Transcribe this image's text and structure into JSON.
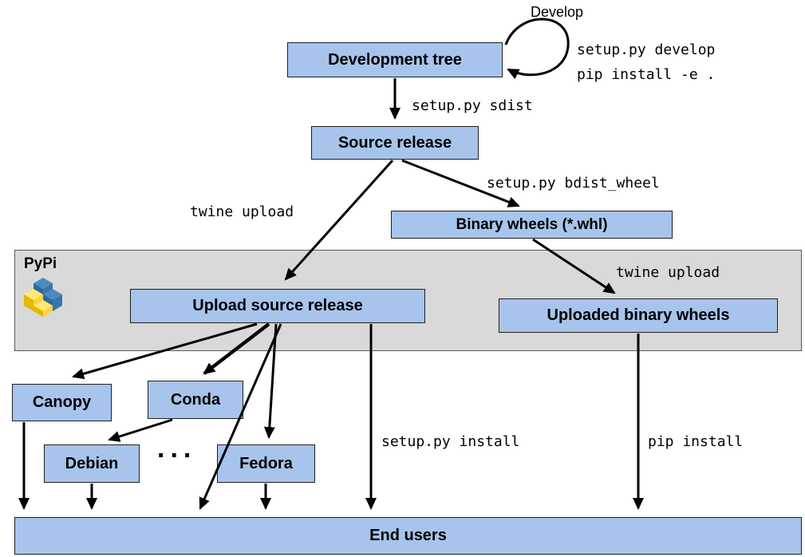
{
  "diagram": {
    "nodes": {
      "development_tree": "Development tree",
      "source_release": "Source release",
      "binary_wheels": "Binary wheels (*.whl)",
      "upload_source_release": "Upload source release",
      "uploaded_binary_wheels": "Uploaded binary wheels",
      "canopy": "Canopy",
      "conda": "Conda",
      "debian": "Debian",
      "fedora": "Fedora",
      "end_users": "End users",
      "ellipsis": "..."
    },
    "labels": {
      "develop": "Develop",
      "setup_develop": "setup.py develop",
      "pip_install_e": "pip install -e .",
      "setup_sdist": "setup.py sdist",
      "twine_upload_left": "twine upload",
      "setup_bdist_wheel": "setup.py bdist_wheel",
      "twine_upload_right": "twine upload",
      "setup_install": "setup.py install",
      "pip_install": "pip install",
      "pypi": "PyPi"
    },
    "colors": {
      "node_fill": "#a7c4ec",
      "node_border": "#1f1f1f",
      "band_fill": "#d9d9d9",
      "band_border": "#58595b",
      "arrow": "#000000",
      "logo_blue": "#3775a9",
      "logo_blue_dark": "#2f6491",
      "logo_yellow": "#ffd242",
      "logo_yellow_dark": "#e6b800"
    }
  }
}
